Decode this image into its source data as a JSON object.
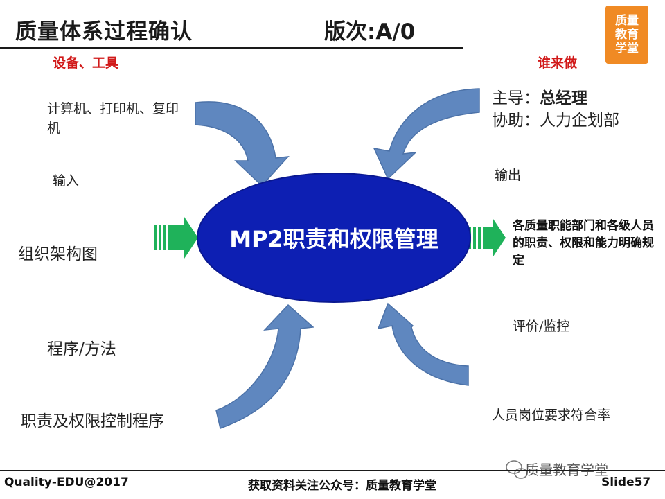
{
  "header": {
    "title": "质量体系过程确认",
    "version": "版次:A/0",
    "logo_text": "质量教育学堂"
  },
  "left": {
    "equipment_heading": "设备、工具",
    "equipment_text": "计算机、打印机、复印机",
    "input_label": "输入",
    "input_item": "组织架构图",
    "method_label": "程序/方法",
    "method_item": "职责及权限控制程序"
  },
  "right": {
    "who_heading": "谁来做",
    "lead_prefix": "主导：",
    "lead_value": "总经理",
    "assist": "协助：人力企划部",
    "output_label": "输出",
    "output_item": "各质量职能部门和各级人员的职责、权限和能力明确规定",
    "eval_label": "评价/监控",
    "eval_item": "人员岗位要求符合率"
  },
  "center": {
    "process_name": "MP2职责和权限管理"
  },
  "footer": {
    "left": "Quality-EDU@2017",
    "center": "获取资料关注公众号：质量教育学堂",
    "right": "Slide57",
    "wechat": "质量教育学堂"
  },
  "colors": {
    "ellipse": "#0d1fb3",
    "ellipse_text": "#ffffff",
    "curved_arrow": "#5f87bf",
    "green_arrow": "#1fb25a",
    "heading_red": "#d11a1a"
  }
}
